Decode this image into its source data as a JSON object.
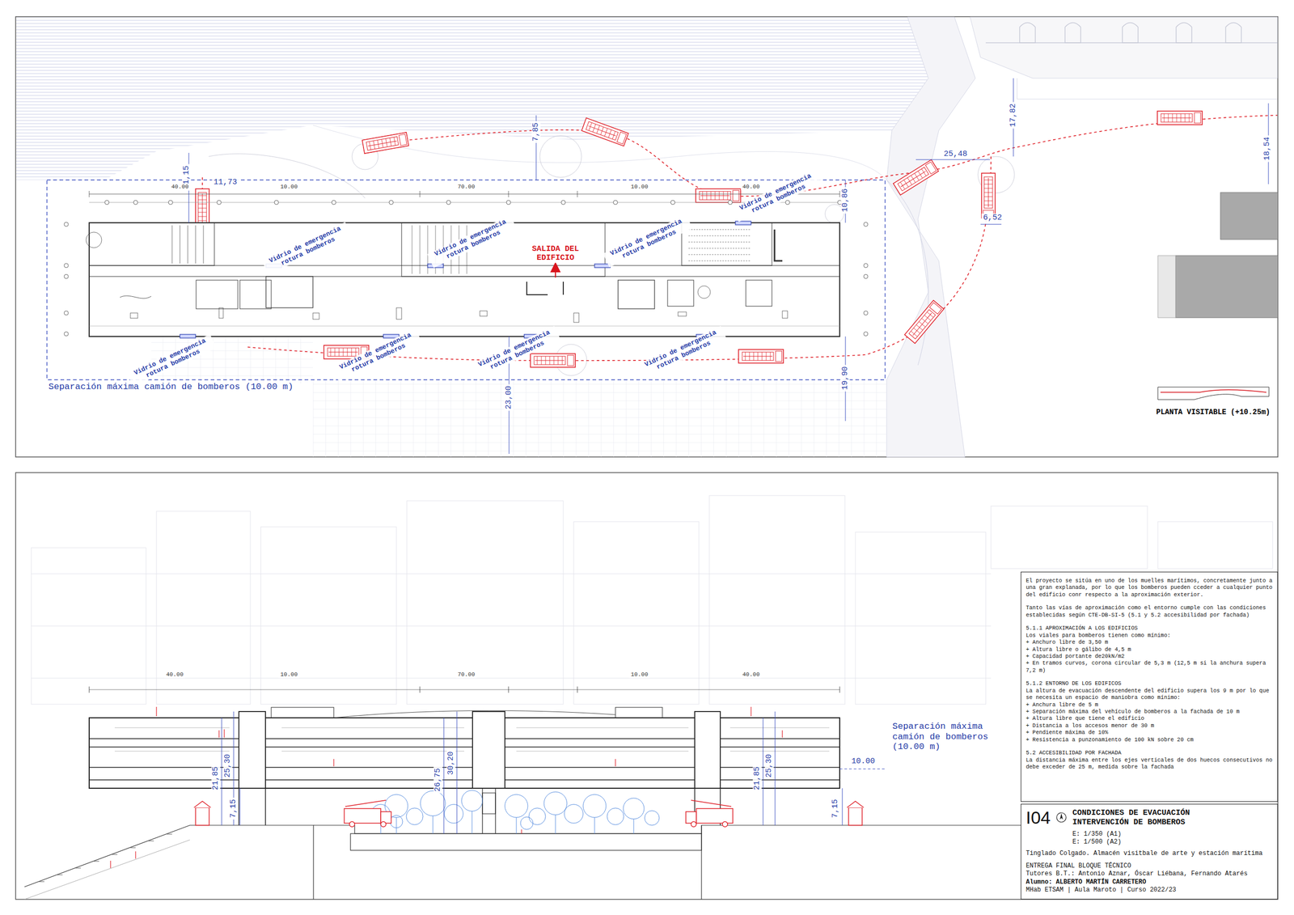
{
  "diagram": {
    "nodes": [
      {
        "text": [
          "El proyecto se sitúa en uno de los muelles marítimos, concretamente junto a una gran explanada, por lo que los bomberos pueden cceder a cualquier punto del edificio conr respecto a la aproximación exterior.",
          "Tanto las vías de aproximación como el entorno cumple con las condiciones establecidas según CTE-DB-SI-5 (5.1 y 5.2 accesibilidad por fachada)",
          "5.1.1 APROXIMACIÓN A LOS EDIFICIOS",
          "Los viales para bomberos tienen como mínimo:",
          "+ Anchuro libre de 3,50 m",
          "+ Altura libre o gálibo de 4,5 m",
          "+ Capacidad portante de20kN/m2",
          "+ En tramos curvos, corona circular de 5,3 m (12,5 m si la anchura supera 7,2 m)",
          "5.1.2 ENTORNO DE LOS EDIFICOS",
          "La altura de evacuación descendente del edificio supera los 9 m por lo que se necesita un espacio de maniobra como mínimo:",
          "+ Anchura libre de 5 m",
          "+ Separación máxima del vehículo de bomberos a la fachada de 10 m",
          "+ Altura libre que tiene el edificio",
          "+ Distancia a los accesos menor de 30 m",
          "+ Pendiente máxima de 10%",
          "+ Resistencia  a punzonamiento de 100 kN sobre 20 cm",
          "5.2 ACCESIBILIDAD POR FACHADA",
          "La distancia máxima entre los ejes verticales de dos huecos consecutivos no debe exceder de 25 m, medida sobre la fachada"
        ]
      },
      {
        "text": [
          "I04",
          "CONDICIONES DE EVACUACIÓN INTERVENCIÓN DE BOMBEROS",
          "E: 1/350 (A1)",
          "E: 1/500 (A2)",
          "Tinglado Colgado. Almacén visitbale de arte y estación marítima",
          "ENTREGA FINAL BLOQUE TÉCNICO",
          "Tutores B.T.: Antonio Aznar, Óscar Liébana, Fernando Atarés",
          "Alumno: ALBERTO MARTÍN CARRETERO",
          "MHab ETSAM | Aula Maroto | Curso 2022/23"
        ]
      }
    ],
    "labels": [
      "7,85",
      "17,82",
      "18,54",
      "25,48",
      "21,15",
      "11,73",
      "10,86",
      "6,52",
      "40.00",
      "10.00",
      "70.00",
      "10.00",
      "40.00",
      "Vidrio de emergencia rotura bomberos",
      "Vidrio de emergencia rotura bomberos",
      "Vidrio de emergencia rotura bomberos",
      "Vidrio de emergencia rotura bomberos",
      "Vidrio de emergencia rotura bomberos",
      "Vidrio de emergencia rotura bomberos",
      "Vidrio de emergencia rotura bomberos",
      "Vidrio de emergencia rotura bomberos",
      "SALIDA DEL EDIFICIO",
      "23,00",
      "19,90",
      "Separación máxima camión de bomberos (10.00 m)",
      "PLANTA VISITABLE  (+10.25m)",
      "40.00",
      "10.00",
      "70.00",
      "10.00",
      "40.00",
      "21,85",
      "25,30",
      "26,75",
      "30,20",
      "21,85",
      "25,30",
      "7,15",
      "7,15",
      "Separación máxima camión de bomberos (10.00 m)",
      "10.00"
    ]
  }
}
